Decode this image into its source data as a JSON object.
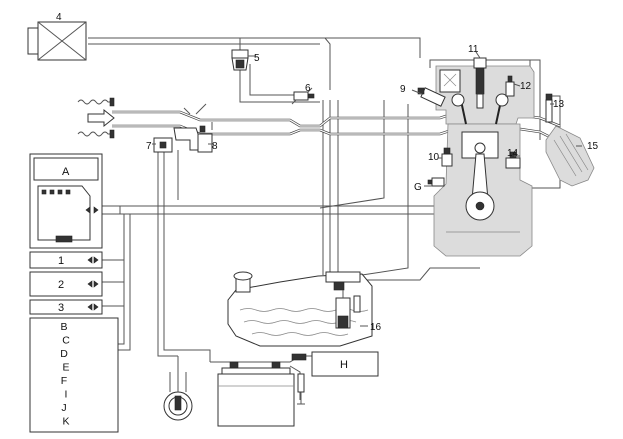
{
  "component_numbers": {
    "n1": "1",
    "n2": "2",
    "n3": "3",
    "n4": "4",
    "n5": "5",
    "n6": "6",
    "n7": "7",
    "n8": "8",
    "n9": "9",
    "n10": "10",
    "n11": "11",
    "n12": "12",
    "n13": "13",
    "n14": "14",
    "n15": "15",
    "n16": "16"
  },
  "letter_labels": {
    "a": "A",
    "g": "G",
    "h": "H"
  },
  "legend": [
    "B",
    "C",
    "D",
    "E",
    "F",
    "I",
    "J",
    "K"
  ],
  "colors": {
    "line": "#555555",
    "ink": "#111111",
    "shade": "#dcdcdc"
  }
}
